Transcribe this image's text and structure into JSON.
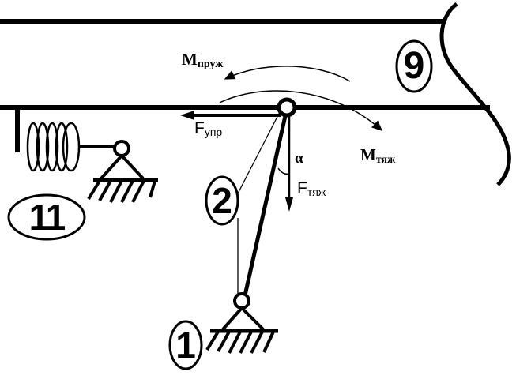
{
  "colors": {
    "ink": "#000000",
    "background": "#ffffff"
  },
  "labels": {
    "part_1": "1",
    "part_2": "2",
    "part_9": "9",
    "part_11": "11",
    "alpha": "α",
    "m_spring_main": "M",
    "m_spring_sub": "пруж",
    "m_gravity_main": "M",
    "m_gravity_sub": "тяж",
    "f_elastic_main": "F",
    "f_elastic_sub": "упр",
    "f_gravity_main": "F",
    "f_gravity_sub": "тяж"
  },
  "icons": [
    "pivot-support-icon",
    "coil-spring-icon",
    "hatched-ground-icon"
  ]
}
